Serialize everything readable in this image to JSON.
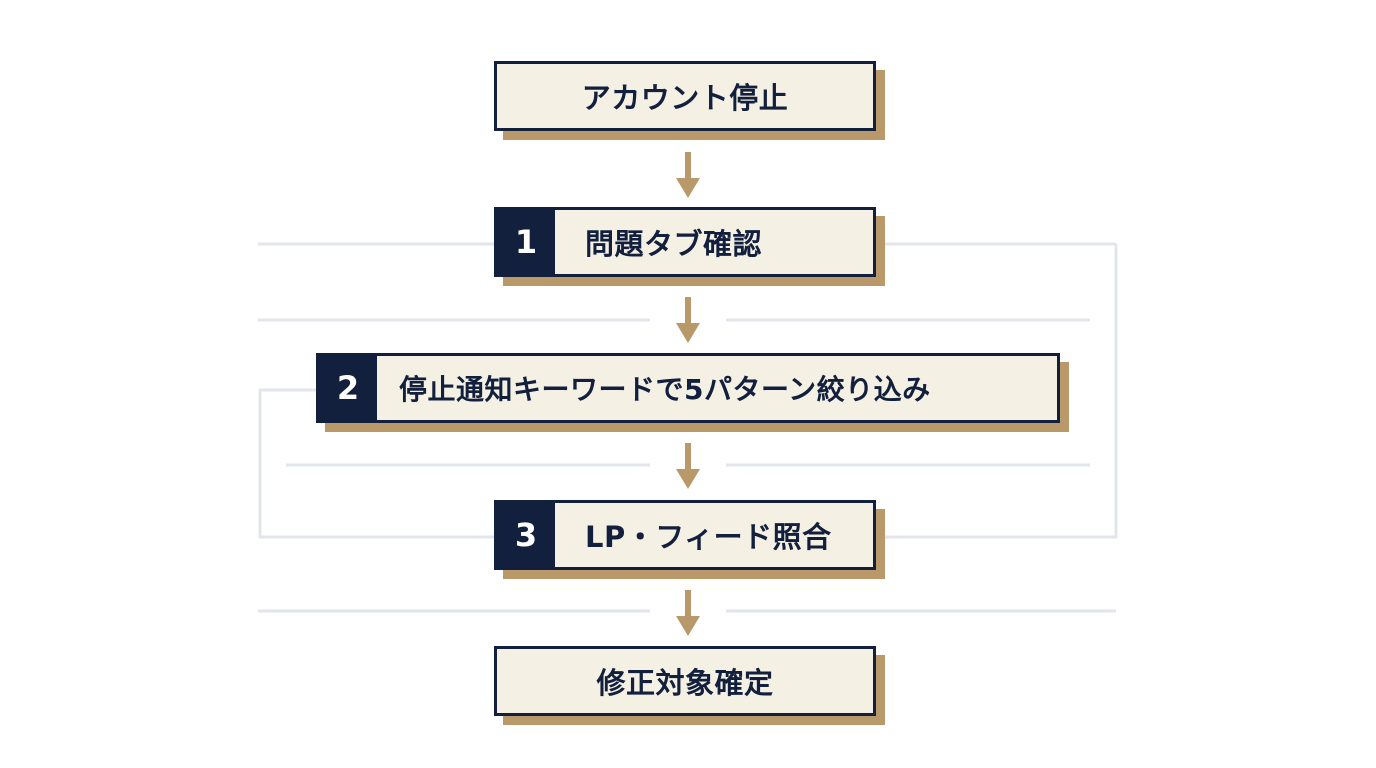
{
  "flow": {
    "start": {
      "label": "アカウント停止"
    },
    "steps": [
      {
        "number": "1",
        "label": "問題タブ確認"
      },
      {
        "number": "2",
        "label": "停止通知キーワードで5パターン絞り込み"
      },
      {
        "number": "3",
        "label": "LP・フィード照合"
      }
    ],
    "end": {
      "label": "修正対象確定"
    }
  },
  "colors": {
    "navy": "#13203d",
    "box_fill": "#f4f1e4",
    "shadow_gold": "#b9996a",
    "arrow_gold": "#b9996a",
    "guide_line": "#e2e5ec"
  }
}
